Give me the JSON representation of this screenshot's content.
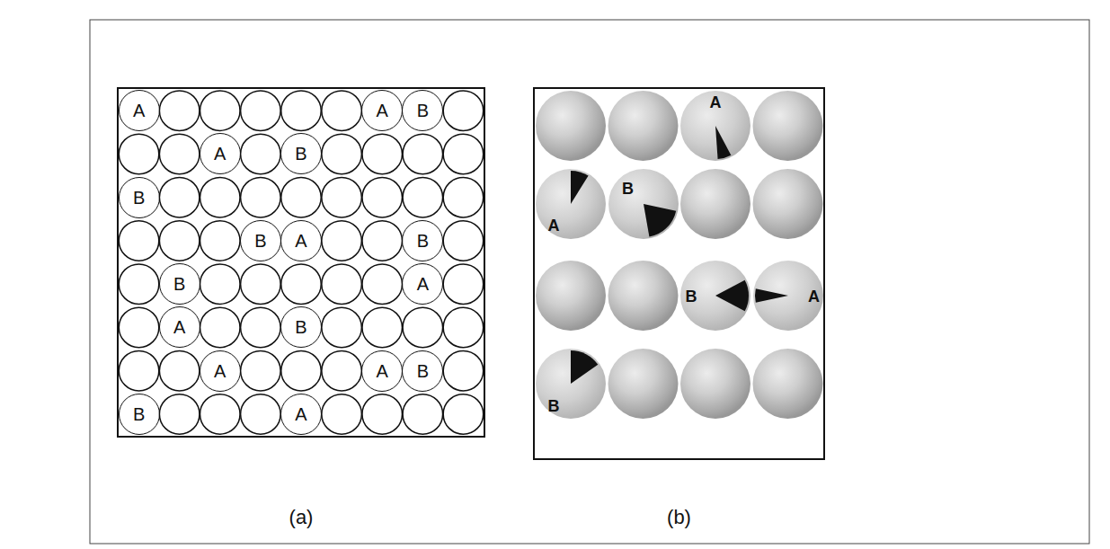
{
  "diagram": {
    "nodes": [
      {
        "text": [
          "(a)"
        ]
      },
      {
        "text": [
          "A"
        ],
        "in": 0
      },
      {
        "text": [
          "A"
        ],
        "in": 0
      },
      {
        "text": [
          "B"
        ],
        "in": 0
      },
      {
        "text": [
          "A"
        ],
        "in": 0
      },
      {
        "text": [
          "B"
        ],
        "in": 0
      },
      {
        "text": [
          "B"
        ],
        "in": 0
      },
      {
        "text": [
          "B"
        ],
        "in": 0
      },
      {
        "text": [
          "A"
        ],
        "in": 0
      },
      {
        "text": [
          "B"
        ],
        "in": 0
      },
      {
        "text": [
          "B"
        ],
        "in": 0
      },
      {
        "text": [
          "A"
        ],
        "in": 0
      },
      {
        "text": [
          "A"
        ],
        "in": 0
      },
      {
        "text": [
          "B"
        ],
        "in": 0
      },
      {
        "text": [
          "A"
        ],
        "in": 0
      },
      {
        "text": [
          "A"
        ],
        "in": 0
      },
      {
        "text": [
          "B"
        ],
        "in": 0
      },
      {
        "text": [
          "B"
        ],
        "in": 0
      },
      {
        "text": [
          "A"
        ],
        "in": 0
      },
      {
        "text": [
          "(b)"
        ]
      },
      {
        "text": [
          "A"
        ],
        "in": 19
      },
      {
        "text": [
          "A"
        ],
        "in": 19
      },
      {
        "text": [
          "B"
        ],
        "in": 19
      },
      {
        "text": [
          "B"
        ],
        "in": 19
      },
      {
        "text": [
          "A"
        ],
        "in": 19
      },
      {
        "text": [
          "B"
        ],
        "in": 19
      }
    ]
  }
}
